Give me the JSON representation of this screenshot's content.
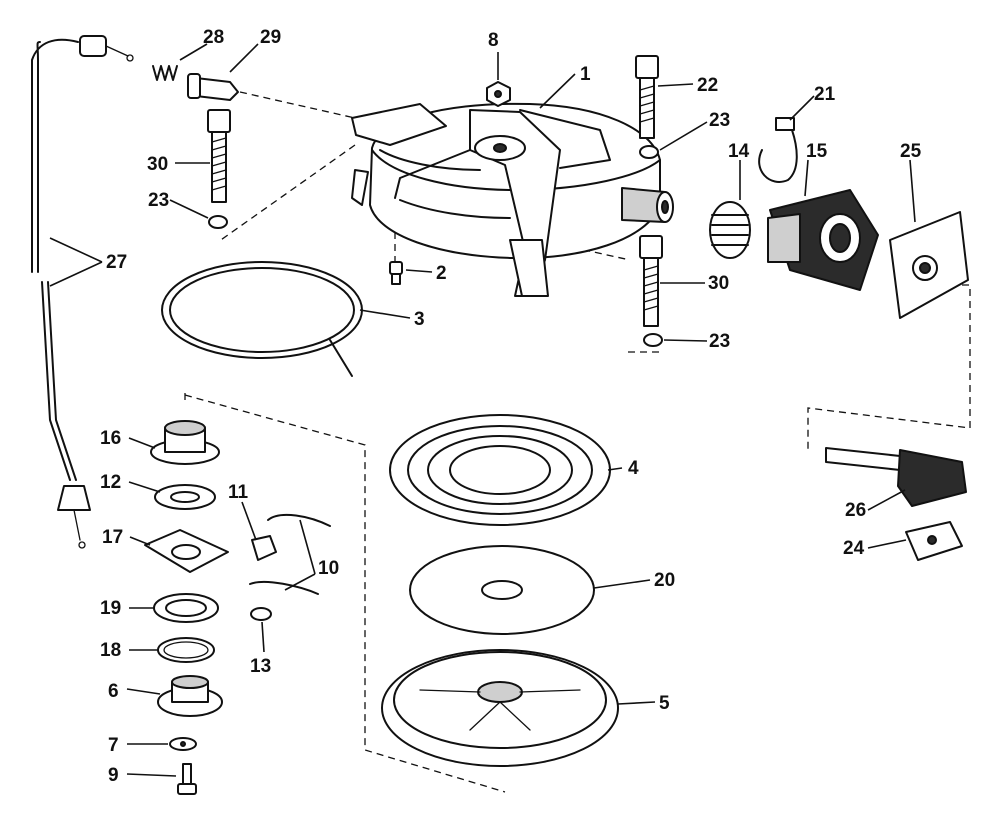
{
  "callouts": [
    {
      "id": "c1",
      "text": "1"
    },
    {
      "id": "c2",
      "text": "2"
    },
    {
      "id": "c3",
      "text": "3"
    },
    {
      "id": "c4",
      "text": "4"
    },
    {
      "id": "c5",
      "text": "5"
    },
    {
      "id": "c6",
      "text": "6"
    },
    {
      "id": "c7",
      "text": "7"
    },
    {
      "id": "c8",
      "text": "8"
    },
    {
      "id": "c9",
      "text": "9"
    },
    {
      "id": "c10",
      "text": "10"
    },
    {
      "id": "c11",
      "text": "11"
    },
    {
      "id": "c12",
      "text": "12"
    },
    {
      "id": "c13",
      "text": "13"
    },
    {
      "id": "c14",
      "text": "14"
    },
    {
      "id": "c15",
      "text": "15"
    },
    {
      "id": "c16",
      "text": "16"
    },
    {
      "id": "c17",
      "text": "17"
    },
    {
      "id": "c18",
      "text": "18"
    },
    {
      "id": "c19",
      "text": "19"
    },
    {
      "id": "c20",
      "text": "20"
    },
    {
      "id": "c21",
      "text": "21"
    },
    {
      "id": "c22",
      "text": "22"
    },
    {
      "id": "c23a",
      "text": "23"
    },
    {
      "id": "c23b",
      "text": "23"
    },
    {
      "id": "c23c",
      "text": "23"
    },
    {
      "id": "c24",
      "text": "24"
    },
    {
      "id": "c25",
      "text": "25"
    },
    {
      "id": "c26",
      "text": "26"
    },
    {
      "id": "c27",
      "text": "27"
    },
    {
      "id": "c28",
      "text": "28"
    },
    {
      "id": "c29",
      "text": "29"
    },
    {
      "id": "c30a",
      "text": "30"
    },
    {
      "id": "c30b",
      "text": "30"
    }
  ]
}
